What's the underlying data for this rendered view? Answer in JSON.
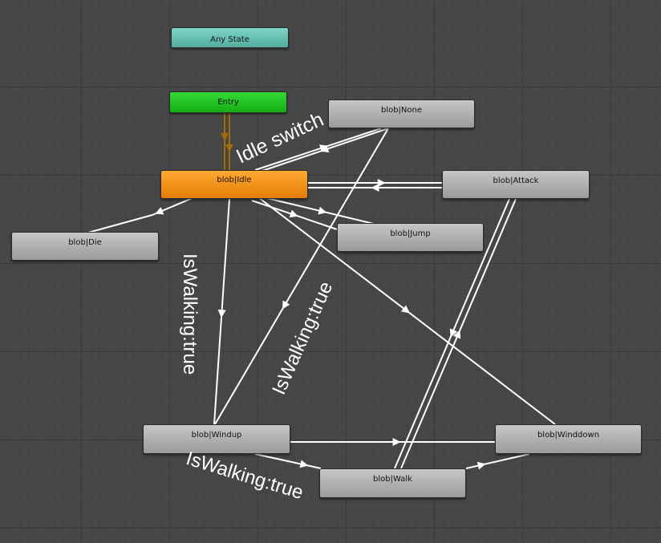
{
  "states": {
    "any_state": "Any State",
    "entry": "Entry",
    "idle": "blob|Idle",
    "none": "blob|None",
    "attack": "blob|Attack",
    "jump": "blob|Jump",
    "die": "blob|Die",
    "windup": "blob|Windup",
    "winddown": "blob|Winddown",
    "walk": "blob|Walk"
  },
  "annotations": {
    "idle_switch": "Idle switch",
    "iswalking_left": "IsWalking:true",
    "iswalking_center": "IsWalking:true",
    "iswalking_bottom": "IsWalking:true"
  },
  "colors": {
    "any_state": "#6cc5b7",
    "entry": "#21c421",
    "idle": "#f38f12",
    "default_state": "#b2b2b2",
    "transition": "#ffffff",
    "entry_transition": "#a36d06",
    "grid_background": "#474747"
  }
}
